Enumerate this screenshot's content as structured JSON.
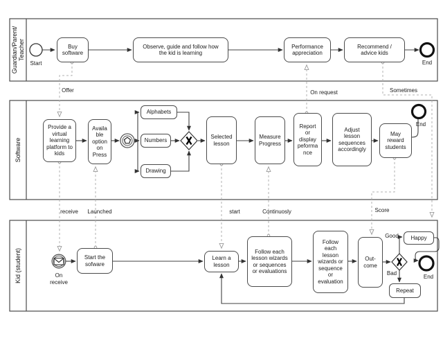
{
  "lanes": {
    "guardian": "Guardian/Parent/\nTeacher",
    "software": "Software",
    "kid": "Kid (student)"
  },
  "tasks": {
    "buy_software": "Buy\nsoftware",
    "observe": "Observe, guide and follow how\nthe kid is learning",
    "performance_appreciation": "Performance\nappreciation",
    "recommend": "Recommend /\nadvice kids",
    "provide_platform": "Provide a\nvirtual\nlearning\nplatform to\nkids",
    "available_option": "Availa\nble\noption\non\nPress",
    "alphabets": "Alphabets",
    "numbers": "Numbers",
    "drawing": "Drawing",
    "selected_lesson": "Selected\nlesson",
    "measure_progress": "Measure\nProgress",
    "report_display": "Report\nor\ndisplay\npeforma\nnce",
    "adjust_lesson": "Adjust\nlesson\nsequences\naccordingly",
    "may_reward": "May\nreward\nstudents",
    "start_software": "Start the\nsofware",
    "learn_lesson": "Learn a\nlesson",
    "follow_each_1": "Follow each\nlesson wizards\nor sequences\nor evaluations",
    "follow_each_2": "Follow\neach\nlesson\nwizards or\nsequence\nor\nevaluation",
    "outcome": "Out-\ncome",
    "happy": "Happy",
    "repeat": "Repeat"
  },
  "events": {
    "start_label": "Start",
    "end_guardian": "End",
    "end_software": "End",
    "end_kid": "End",
    "on_receive": "On\nreceive"
  },
  "flow_labels": {
    "offer": "Offer",
    "on_request": "On request",
    "sometimes": "Sometimes",
    "receive": "receive",
    "launched": "Launched",
    "start": "start",
    "continuosly": "Continuosly",
    "score": "Score",
    "good": "Good",
    "bad": "Bad"
  },
  "colors": {
    "sequence_line": "#404040",
    "message_line": "#b0b0b0",
    "shape_fill": "#ffffff",
    "shape_border": "#4a4a4a"
  }
}
